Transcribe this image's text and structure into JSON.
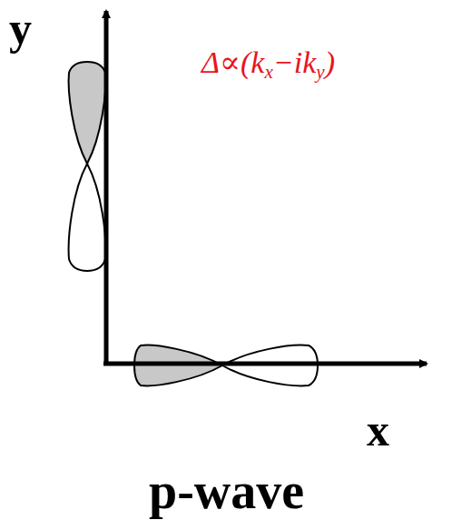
{
  "diagram": {
    "caption": "p-wave",
    "labels": [
      "y",
      "Δ∝(kx−iky)",
      "x"
    ]
  }
}
